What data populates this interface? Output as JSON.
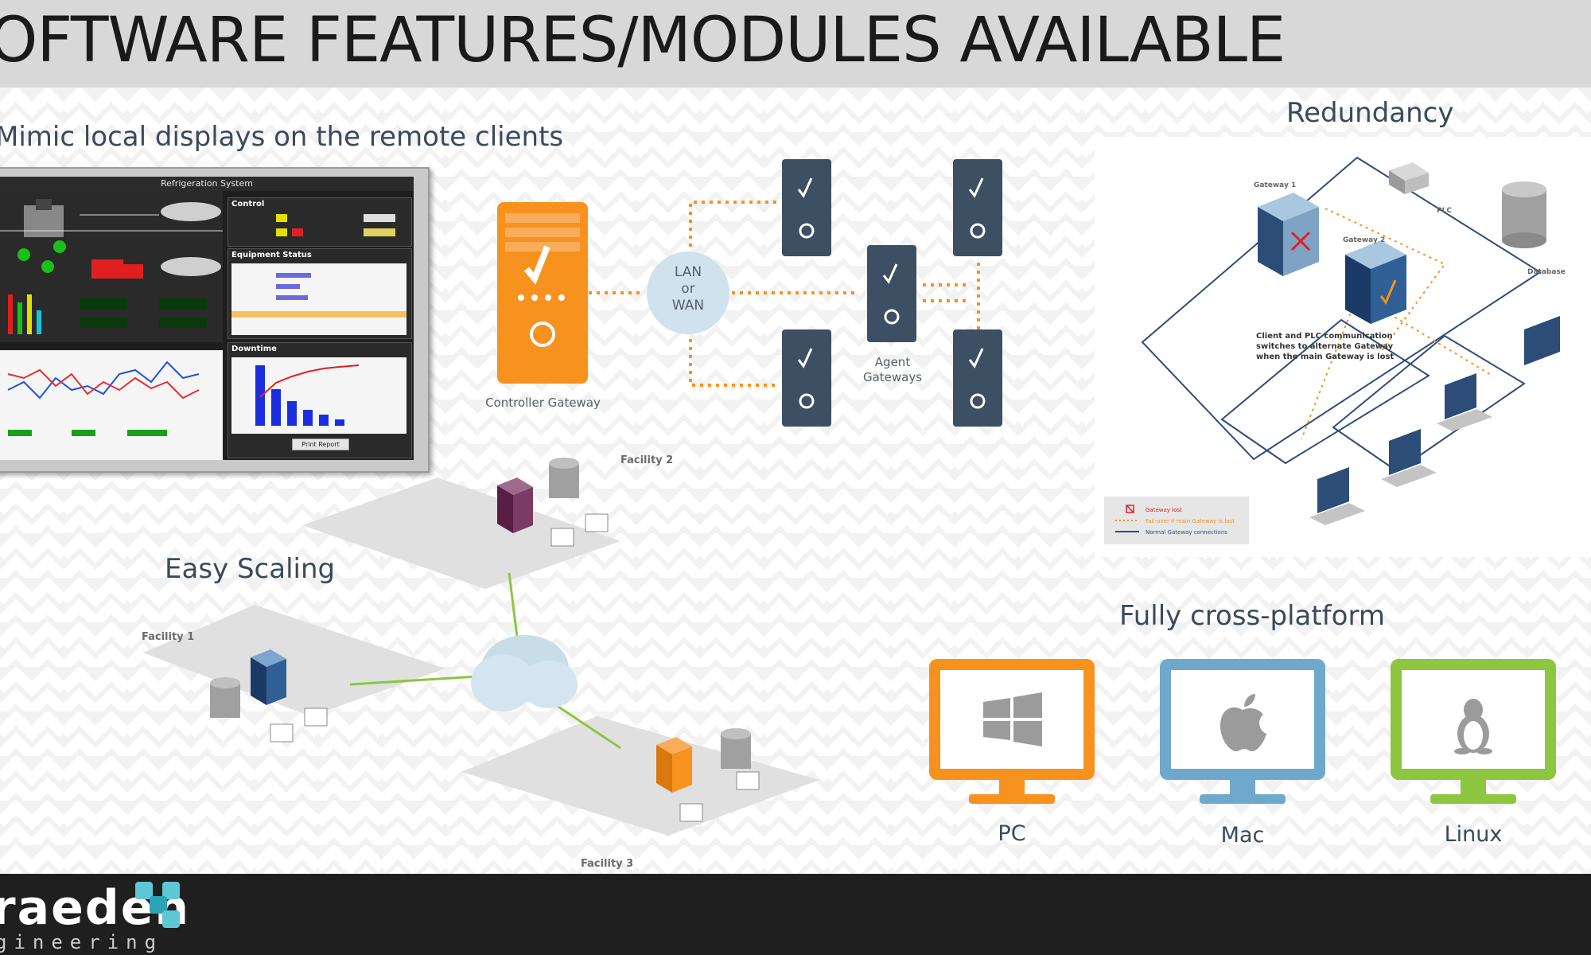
{
  "header": {
    "title": "OFTWARE FEATURES/MODULES AVAILABLE"
  },
  "sections": {
    "mimic": "Mimic local displays on the remote clients",
    "redundancy": "Redundancy",
    "scaling": "Easy Scaling",
    "cross_platform": "Fully cross-platform"
  },
  "hmi": {
    "title": "Refrigeration System",
    "control_label": "Control",
    "equipment_label": "Equipment Status",
    "downtime_label": "Downtime",
    "print_label": "Print Report"
  },
  "gateway_diagram": {
    "controller": "Controller Gateway",
    "lan_line1": "LAN",
    "lan_line2": "or",
    "lan_line3": "WAN",
    "agents_line1": "Agent",
    "agents_line2": "Gateways"
  },
  "redundancy_diagram": {
    "gateway1": "Gateway 1",
    "gateway2": "Gateway 2",
    "plc": "PLC",
    "database": "Database",
    "note_line1": "Client and PLC communication",
    "note_line2": "switches to alternate Gateway",
    "note_line3": "when the main Gateway is lost",
    "legend_lost": "Gateway lost",
    "legend_failover": "Fail-over if main Gateway is lost",
    "legend_normal": "Normal Gateway connections"
  },
  "scaling_diagram": {
    "facility1": "Facility 1",
    "facility2": "Facility 2",
    "facility3": "Facility 3"
  },
  "platforms": [
    {
      "label": "PC",
      "color": "#f7921e",
      "icon": "windows-icon"
    },
    {
      "label": "Mac",
      "color": "#6ea9cd",
      "icon": "apple-icon"
    },
    {
      "label": "Linux",
      "color": "#8dc63f",
      "icon": "linux-icon"
    }
  ],
  "footer": {
    "brand": "raeden",
    "tagline": "gineering"
  },
  "colors": {
    "accent_orange": "#f7921e",
    "server_navy": "#3c4f63",
    "header_bg": "#d8d8d8",
    "footer_bg": "#1f1f1f"
  }
}
